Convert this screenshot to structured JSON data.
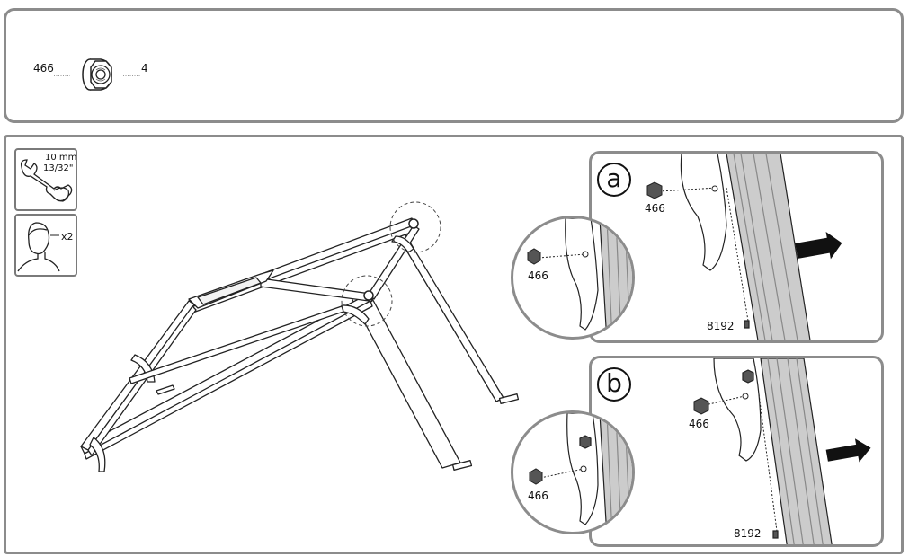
{
  "parts": {
    "part_number": "466",
    "quantity": "4"
  },
  "tools": {
    "wrench_size_mm": "10 mm",
    "wrench_size_in": "13/32\"",
    "persons": "x2"
  },
  "detail_a": {
    "badge": "a",
    "nut_label": "466",
    "profile_label": "8192",
    "zoom_nut_label": "466"
  },
  "detail_b": {
    "badge": "b",
    "nut_label": "466",
    "profile_label": "8192",
    "zoom_nut_label": "466"
  }
}
